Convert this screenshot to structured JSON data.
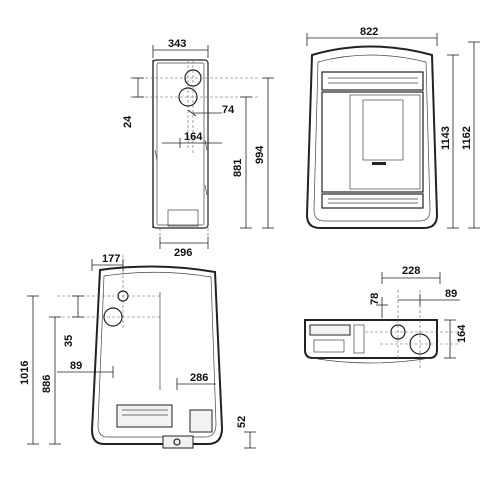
{
  "dimensions": {
    "side_width": "343",
    "side_top_offset": "24",
    "side_outlet_offset": "74",
    "side_outlet_depth": "164",
    "side_outlet_height": "881",
    "side_total_height": "994",
    "side_base_depth": "296",
    "front_width": "822",
    "front_height_body": "1143",
    "front_height_total": "1162",
    "rear_offset_x": "177",
    "rear_outlet_z": "35",
    "rear_inlet_x": "89",
    "rear_inner_height": "886",
    "rear_total_height": "1016",
    "rear_inner_x": "286",
    "rear_bottom": "52",
    "top_width": "228",
    "top_offset": "78",
    "top_outlet_x": "89",
    "top_depth": "164"
  }
}
